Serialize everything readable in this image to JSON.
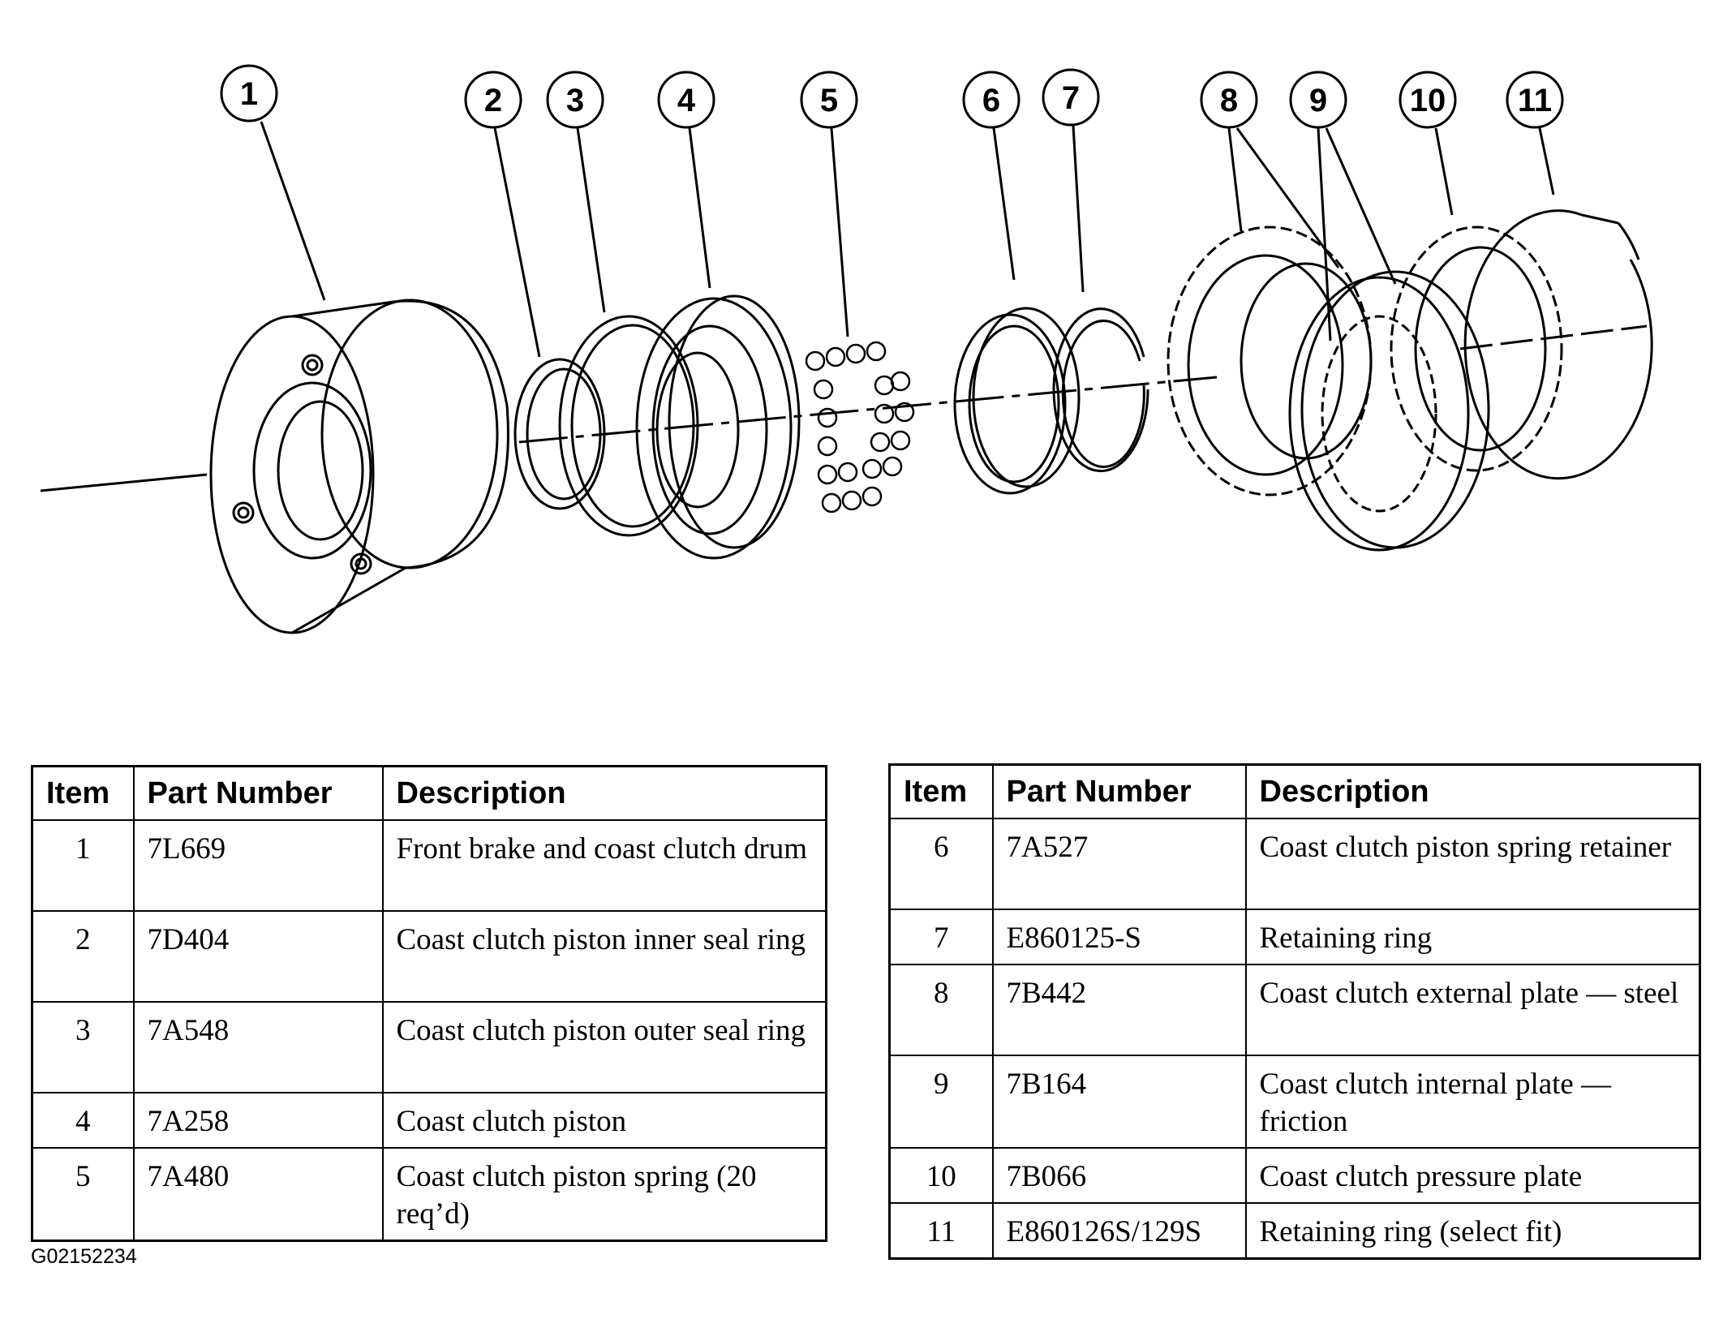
{
  "callouts": [
    "1",
    "2",
    "3",
    "4",
    "5",
    "6",
    "7",
    "8",
    "9",
    "10",
    "11"
  ],
  "tables": {
    "headers": {
      "item": "Item",
      "part_number": "Part Number",
      "description": "Description"
    },
    "left": [
      {
        "item": "1",
        "part_number": "7L669",
        "description": "Front brake and coast clutch drum"
      },
      {
        "item": "2",
        "part_number": "7D404",
        "description": "Coast clutch piston inner seal ring"
      },
      {
        "item": "3",
        "part_number": "7A548",
        "description": "Coast clutch piston outer seal ring"
      },
      {
        "item": "4",
        "part_number": "7A258",
        "description": "Coast clutch piston"
      },
      {
        "item": "5",
        "part_number": "7A480",
        "description": "Coast clutch piston spring (20 req’d)"
      }
    ],
    "right": [
      {
        "item": "6",
        "part_number": "7A527",
        "description": "Coast clutch piston spring retainer"
      },
      {
        "item": "7",
        "part_number": "E860125-S",
        "description": "Retaining ring"
      },
      {
        "item": "8",
        "part_number": "7B442",
        "description": "Coast clutch external plate — steel"
      },
      {
        "item": "9",
        "part_number": "7B164",
        "description": "Coast clutch internal plate — friction"
      },
      {
        "item": "10",
        "part_number": "7B066",
        "description": "Coast clutch pressure plate"
      },
      {
        "item": "11",
        "part_number": "E860126S/129S",
        "description": "Retaining ring (select fit)"
      }
    ]
  },
  "figure_code": "G02152234"
}
